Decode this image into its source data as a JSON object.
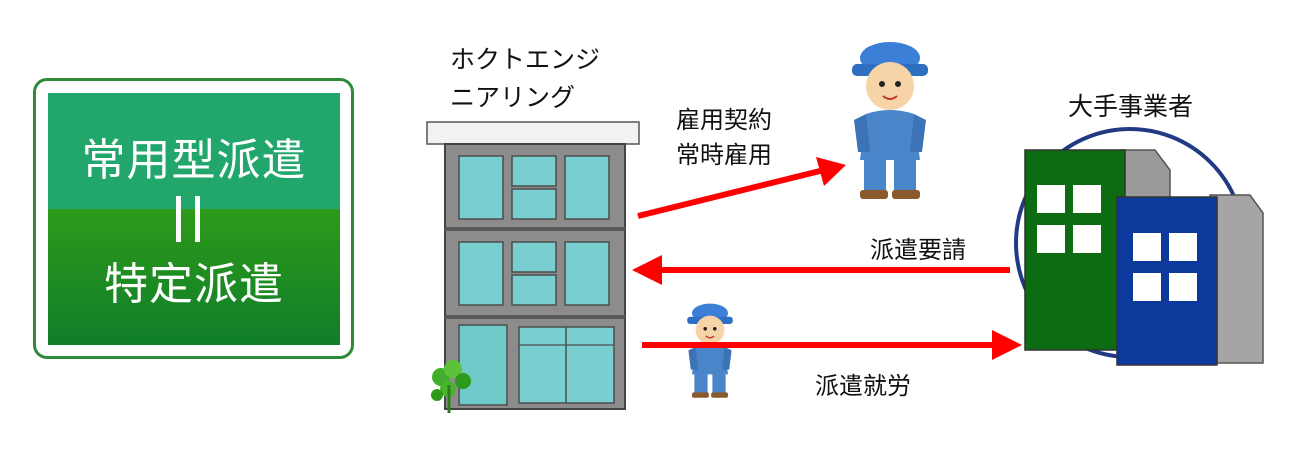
{
  "badge": {
    "top_text": "常用型派遣",
    "bottom_text": "特定派遣"
  },
  "company": {
    "name_line1": "ホクトエンジ",
    "name_line2": "ニアリング"
  },
  "client": {
    "name": "大手事業者"
  },
  "arrows": {
    "employment_line1": "雇用契約",
    "employment_line2": "常時雇用",
    "request": "派遣要請",
    "dispatch": "派遣就労"
  },
  "colors": {
    "arrow": "#ff0000",
    "badge_top": "#21a66c",
    "badge_bottom": "#0f7e29",
    "green_building": "#0d6b12",
    "blue_building": "#0b3a9c"
  }
}
